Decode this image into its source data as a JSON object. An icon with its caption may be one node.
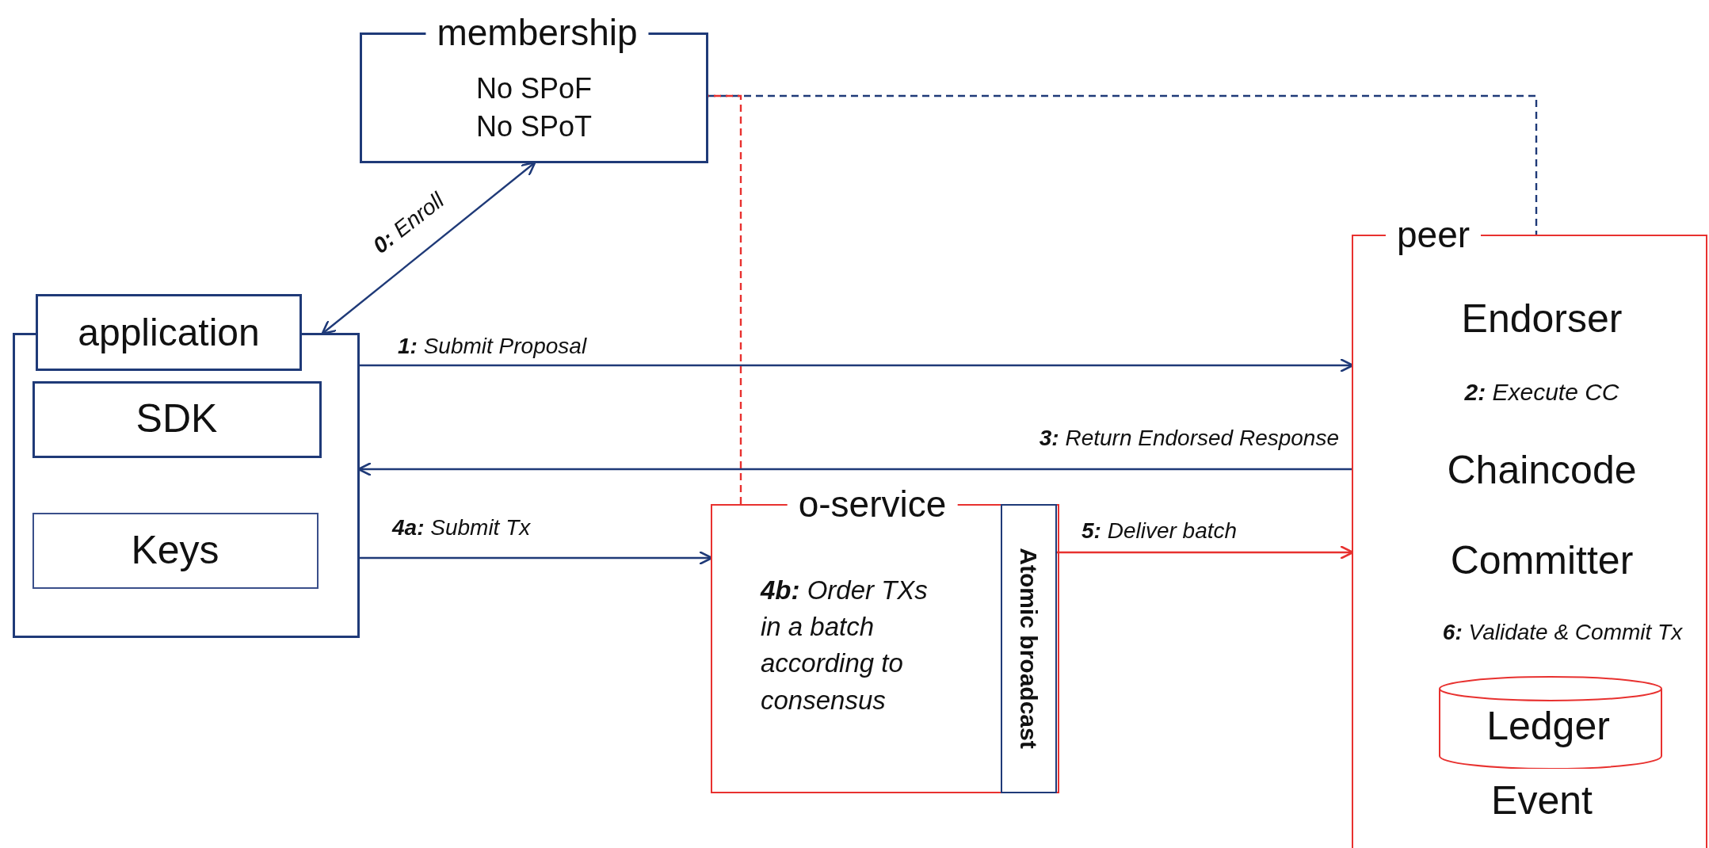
{
  "diagram": {
    "nodes": [
      {
        "text": [
          "membership",
          "No SPoF",
          "No SPoT"
        ]
      },
      {
        "text": [
          "application"
        ]
      },
      {
        "text": [
          "SDK"
        ],
        "in": 1
      },
      {
        "text": [
          "Keys"
        ],
        "in": 1
      },
      {
        "text": [
          "o-service",
          "**4b:** Order TXs in a batch according to consensus"
        ]
      },
      {
        "text": [
          "Atomic broadcast"
        ],
        "in": 4
      },
      {
        "text": [
          "peer",
          "Endorser",
          "**2:** Execute CC",
          "Chaincode",
          "Committer",
          "**6:** Validate & Commit Tx",
          "Event"
        ]
      },
      {
        "text": [
          "Ledger"
        ],
        "in": 6
      }
    ],
    "edges": [
      {
        "from": 1,
        "to": 0,
        "arrow": "both",
        "label": "**0:** Enroll"
      },
      {
        "from": 1,
        "to": 6,
        "arrow": "to",
        "label": "**1:** Submit Proposal"
      },
      {
        "from": 6,
        "to": 1,
        "arrow": "to",
        "label": "**3:** Return Endorsed Response"
      },
      {
        "from": 1,
        "to": 4,
        "arrow": "to",
        "label": "**4a:** Submit Tx"
      },
      {
        "from": 5,
        "to": 6,
        "arrow": "to",
        "label": "**5:** Deliver batch",
        "color": "#e8312f"
      },
      {
        "from": 0,
        "to": 6,
        "arrow": "none",
        "style": "dashed"
      },
      {
        "from": 4,
        "to": 0,
        "arrow": "none",
        "style": "dashed",
        "color": "#e8312f"
      }
    ]
  }
}
